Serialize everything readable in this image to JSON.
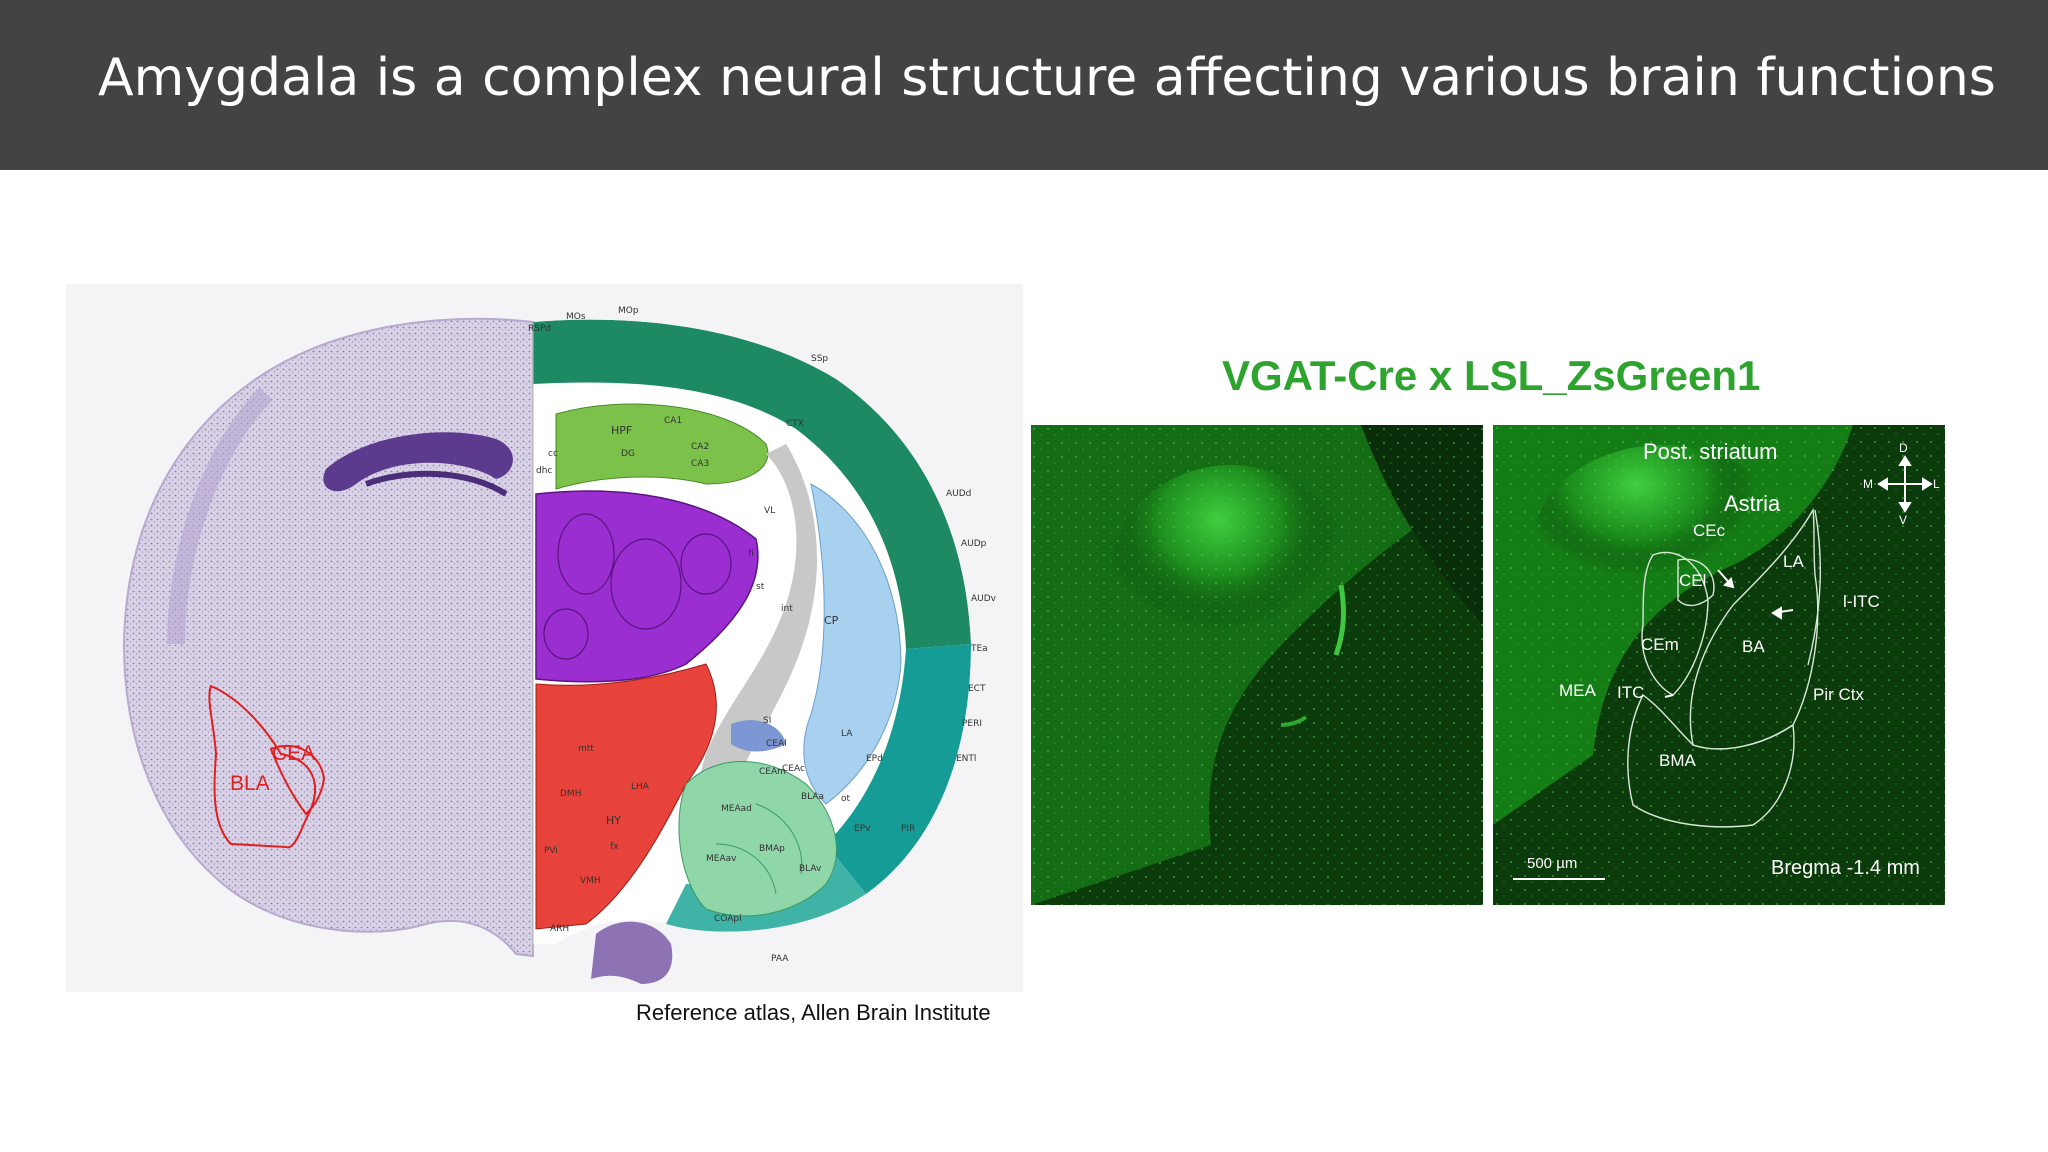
{
  "slide": {
    "title": "Amygdala is a complex neural structure affecting various brain functions"
  },
  "atlas": {
    "caption": "Reference atlas, Allen Brain Institute",
    "histology_labels": {
      "cea": "CEA",
      "bla": "BLA"
    },
    "region_labels": [
      "RSPd",
      "MOs",
      "MOp",
      "SSp",
      "CTX",
      "AUDd",
      "AUDp",
      "AUDv",
      "TEa",
      "ECT",
      "PERI",
      "ENTl",
      "PIR",
      "PAA",
      "COApl",
      "HPF",
      "CA1",
      "CA2",
      "CA3",
      "DG",
      "CP",
      "HY",
      "LHA",
      "DMH",
      "fx",
      "BLAa",
      "BLAv",
      "BMAp",
      "MEAav",
      "MEAad",
      "CEAl",
      "CEAm",
      "CEAc",
      "LA",
      "EPd",
      "EPv",
      "SI",
      "ot",
      "VL",
      "fi",
      "int",
      "st",
      "cc",
      "dhc",
      "mtt",
      "PVi",
      "VMH",
      "ARH"
    ],
    "colors": {
      "ctx_green": "#1d8a64",
      "ctx_teal": "#169c96",
      "hpf": "#7cc24a",
      "thalamus": "#9b2ed0",
      "hypothalamus": "#e8433a",
      "striatum": "#a8d0ef",
      "amygdala": "#8fd6a8",
      "fiber": "#c8c8c8"
    }
  },
  "fluorescence": {
    "title": "VGAT-Cre x LSL_ZsGreen1",
    "title_color": "#2ea32e",
    "labels": {
      "post_striatum": "Post. striatum",
      "astria": "Astria",
      "cec": "CEc",
      "cel": "CEl",
      "cem": "CEm",
      "la": "LA",
      "litc": "l-ITC",
      "ba": "BA",
      "mea": "MEA",
      "itc": "ITC",
      "pir_ctx": "Pir Ctx",
      "bma": "BMA",
      "scale_bar": "500 µm",
      "bregma": "Bregma -1.4 mm"
    },
    "orientation": {
      "d": "D",
      "v": "V",
      "m": "M",
      "l": "L"
    }
  }
}
